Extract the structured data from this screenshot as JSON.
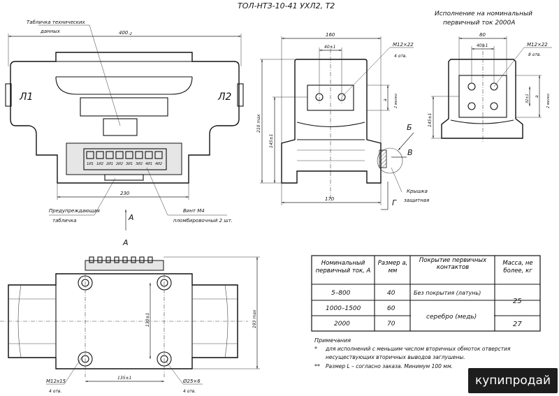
{
  "title": "ТОЛ-НТЗ-10-41 УХЛ2, Т2",
  "variant_caption": {
    "line1": "Исполнение на номинальный",
    "line2": "первичный ток 2000А"
  },
  "callouts": {
    "nameplate_line1": "Табличка технических",
    "nameplate_line2": "данных",
    "warning_line1": "Предупреждающая",
    "warning_line2": "табличка",
    "screw_line1": "Винт М4",
    "screw_line2": "пломбировочный 2 шт.",
    "cover_line1": "Крышка",
    "cover_line2": "защитная",
    "thread_a": "М12×22",
    "thread_a_count": "4 отв.",
    "thread_b": "М12×22",
    "thread_b_count": "8 отв.",
    "bottom_thread": "М12х15",
    "bottom_thread_count": "4 отв.",
    "bottom_hole": "Ø25×6",
    "bottom_hole_count": "4 отв."
  },
  "terminals": {
    "L1": "Л1",
    "L2": "Л2",
    "labels": [
      "1И1",
      "1И2",
      "2И1",
      "2И2",
      "3И1",
      "3И2",
      "4И1",
      "4И2"
    ]
  },
  "view_letters": {
    "A": "А",
    "A_view": "А",
    "B": "Б",
    "V": "В",
    "G": "Г"
  },
  "dimensions": {
    "width_400": "400",
    "width_400_tol": "-2",
    "width_230": "230",
    "width_160": "160",
    "width_40_1": "40±1",
    "width_170": "170",
    "height_210": "210 max",
    "height_145": "145±1",
    "a_min": "a",
    "a_min2": "2 мелко",
    "width_80": "80",
    "width_40_1b": "40±1",
    "h_32": "32±1",
    "a_min_b": "a",
    "a_min_b2": "2 мелко",
    "height_145b": "145±1",
    "h_130": "130±1",
    "h_193": "193 max",
    "w_135": "135±1"
  },
  "table": {
    "headers": [
      "Номинальный первичный ток, А",
      "Размер a, мм",
      "Покрытие первичных контактов",
      "Масса, не более, кг"
    ],
    "rows": [
      {
        "current": "5–800",
        "size": "40",
        "coating": "Без покрытия (латунь)",
        "mass": "25"
      },
      {
        "current": "1000–1500",
        "size": "60",
        "coating": "серебро (медь)",
        "mass": ""
      },
      {
        "current": "2000",
        "size": "70",
        "coating": "",
        "mass": "27"
      }
    ]
  },
  "notes": {
    "heading": "Примечания",
    "mark1": "*",
    "note1_line1": "для исполнений с меньшим числом вторичных обмоток отверстия",
    "note1_line2": "несуществующих вторичных выводов заглушены.",
    "mark2": "**",
    "note2": "Размер L – согласно заказа. Минимум 100 мм."
  },
  "watermark": "купипродай"
}
